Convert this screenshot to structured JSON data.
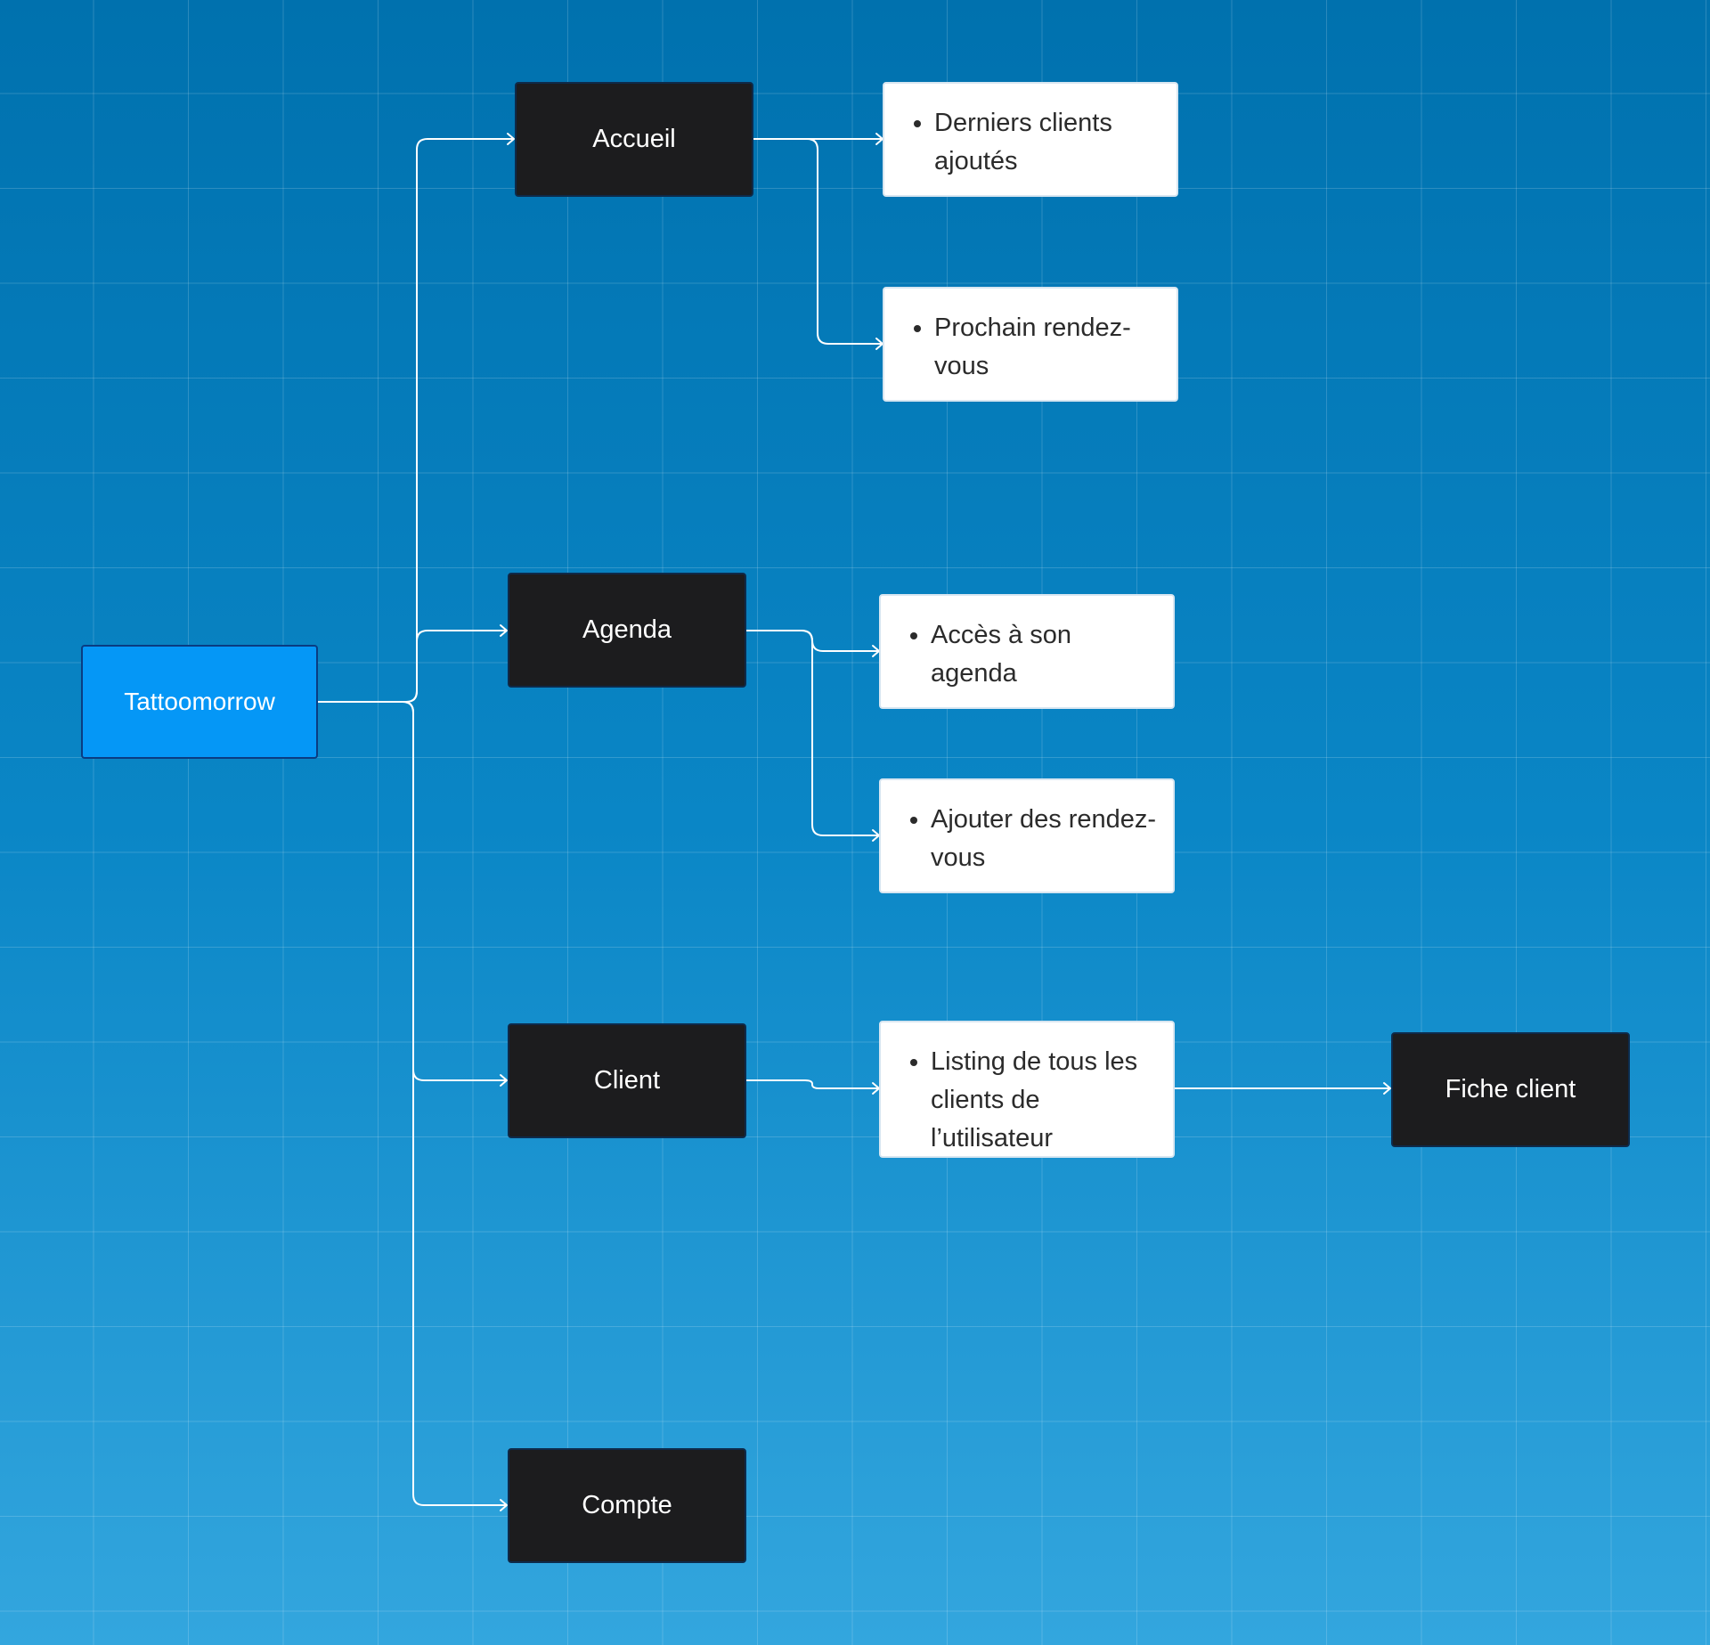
{
  "diagram": {
    "root": {
      "label": "Tattoomorrow"
    },
    "sections": [
      {
        "id": "accueil",
        "label": "Accueil"
      },
      {
        "id": "agenda",
        "label": "Agenda"
      },
      {
        "id": "client",
        "label": "Client"
      },
      {
        "id": "compte",
        "label": "Compte"
      }
    ],
    "details": [
      {
        "id": "derniers-clients",
        "text": "Derniers clients ajoutés"
      },
      {
        "id": "prochain-rdv",
        "text": "Prochain rendez-vous"
      },
      {
        "id": "acces-agenda",
        "text": "Accès à son agenda"
      },
      {
        "id": "ajouter-rdv",
        "text": "Ajouter des rendez-vous"
      },
      {
        "id": "listing-clients",
        "text": "Listing de tous les clients de l’utilisateur"
      }
    ],
    "leaf": {
      "label": "Fiche client"
    }
  },
  "colors": {
    "background_top": "#0071ae",
    "background_bottom": "#33a6de",
    "root_fill": "#0597f6",
    "section_fill": "#1c1c1e",
    "detail_fill": "#ffffff",
    "connector": "#ffffff"
  }
}
